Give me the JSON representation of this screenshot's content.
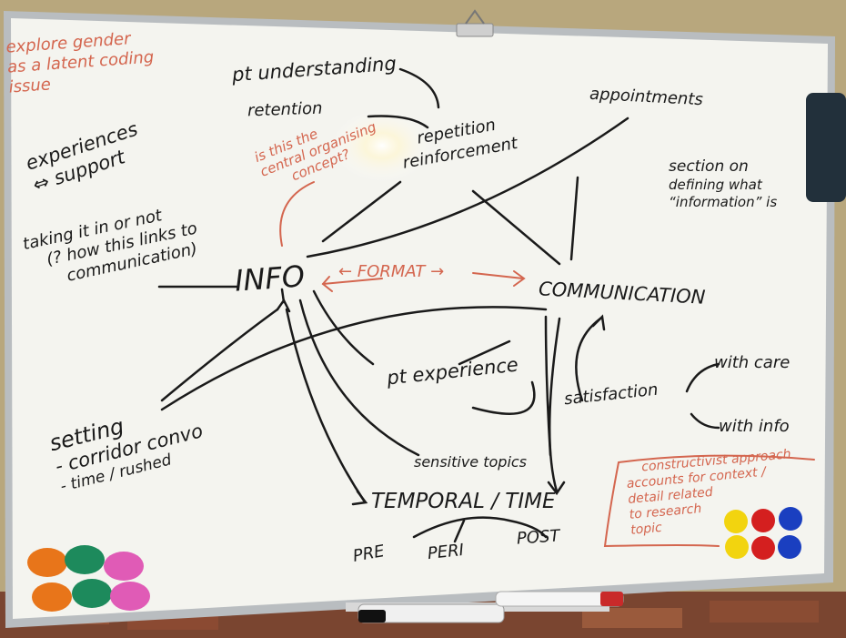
{
  "notes": {
    "explore": [
      "explore gender",
      "as a latent coding",
      "issue"
    ],
    "experiences": [
      "experiences",
      "⇔ support"
    ],
    "pt_understanding": "pt understanding",
    "retention": "retention",
    "repetition": [
      "repetition",
      "reinforcement"
    ],
    "central_q": [
      "is this the",
      "central organising",
      "concept?"
    ],
    "appointments": "appointments",
    "section": [
      "section on",
      "defining what",
      "“information” is"
    ],
    "taking_it": [
      "taking it in or not",
      "(? how this links to",
      "communication)"
    ],
    "info": "INFO",
    "format": "← FORMAT →",
    "communication": "COMMUNICATION",
    "pt_experience": "pt experience",
    "satisfaction": "satisfaction",
    "with_care": "with care",
    "with_info": "with info",
    "setting": [
      "setting",
      "- corridor convo",
      "- time / rushed"
    ],
    "sensitive": "sensitive topics",
    "temporal": "TEMPORAL / TIME",
    "pre": "PRE",
    "peri": "PERI",
    "post": "POST",
    "constructivist": [
      "constructivist approach",
      "accounts for context /",
      "detail related",
      "to research",
      "topic"
    ]
  },
  "colors": {
    "board": "#f4f4ef",
    "frame": "#b9bdc0",
    "wall": "#b8a77d",
    "brick": "#8a4a30",
    "ink": "#1a1a1a",
    "red_ink": "#d4664f",
    "eraser": "#22303b",
    "magnet_orange": "#e8751a",
    "magnet_green": "#1d8a5c",
    "magnet_pink": "#e05bb6",
    "magnet_yellow": "#f2d40f",
    "magnet_red": "#d41f1f",
    "magnet_blue": "#1a3fc0"
  }
}
